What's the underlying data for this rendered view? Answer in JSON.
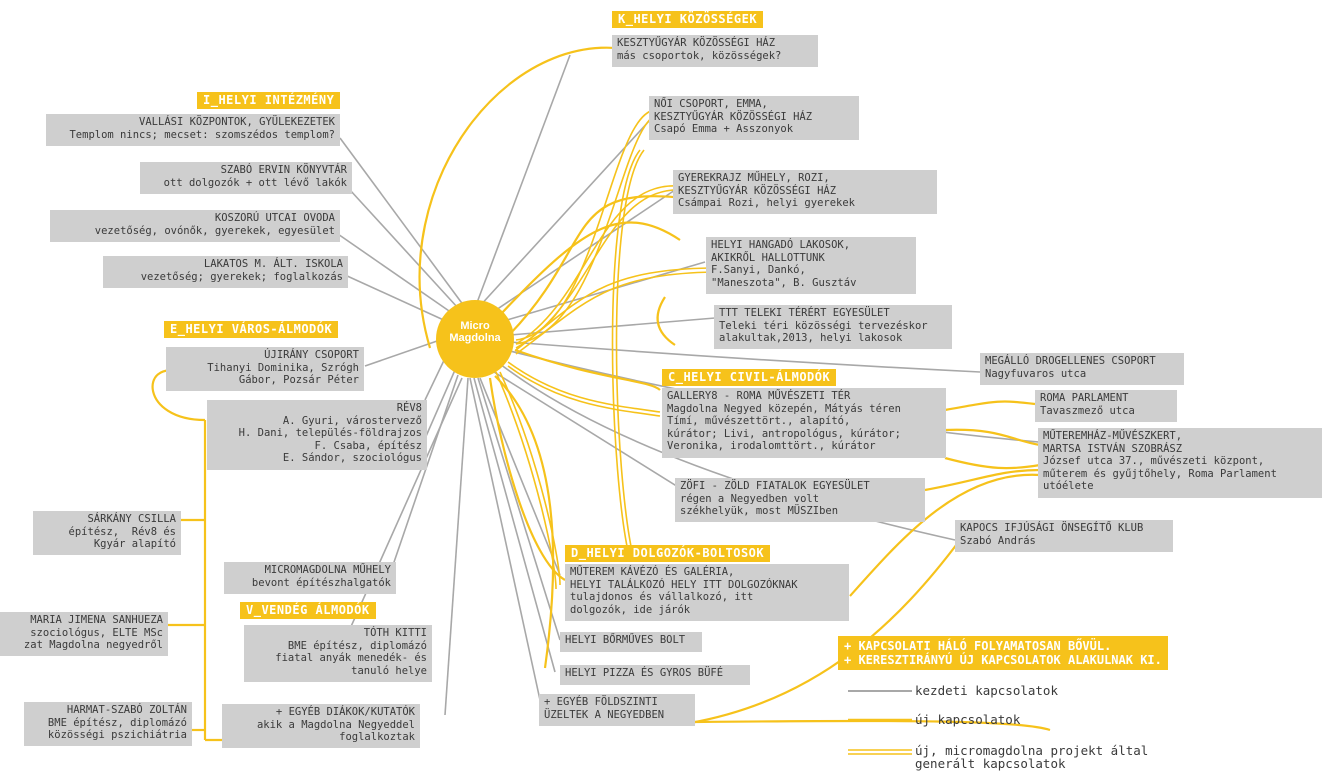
{
  "center": {
    "logo_text": "Micro\nMagdolna"
  },
  "categories": {
    "k": "K_HELYI KÖZÖSSÉGEK",
    "i": "I_HELYI INTÉZMÉNY",
    "e": "E_HELYI VÁROS-ÁLMODÓK",
    "c": "C_HELYI CIVIL-ÁLMODÓK",
    "d": "D_HELYI DOLGOZÓK-BOLTOSOK",
    "v": "V_VENDÉG ÁLMODÓK"
  },
  "nodes": {
    "kesztyugyar": "KESZTYŰGYÁR KÖZÖSSÉGI HÁZ\nmás csoportok, közösségek?",
    "noi": "NŐI CSOPORT, EMMA,\nKESZTYŰGYÁR KÖZÖSSÉGI HÁZ\nCsapó Emma + Asszonyok",
    "gyerekrajz": "GYEREKRAJZ MŰHELY, ROZI,\nKESZTYŰGYÁR KÖZÖSSÉGI HÁZ\nCsámpai Rozi, helyi gyerekek",
    "hangado": "HELYI HANGADÓ LAKOSOK,\nAKIKRŐL HALLOTTUNK\nF.Sanyi, Dankó,\n\"Maneszota\", B. Gusztáv",
    "ttt": "TTT TELEKI TÉRÉRT EGYESÜLET\nTeleki téri közösségi tervezéskor\nalakultak,2013, helyi lakosok",
    "megallo": "MEGÁLLÓ DROGELLENES CSOPORT\nNagyfuvaros utca",
    "vallasi": "VALLÁSI KÖZPONTOK, GYÜLEKEZETEK\nTemplom nincs; mecset: szomszédos templom?",
    "szabo_ervin": "SZABÓ ERVIN KÖNYVTÁR\nott dolgozók + ott lévő lakók",
    "koszoru": "KOSZORÚ UTCAI OVODA\nvezetőség, ovónők, gyerekek, egyesület",
    "lakatos": "LAKATOS M. ÁLT. ISKOLA\nvezetőség; gyerekek; foglalkozás",
    "ujirany": "ÚJIRÁNY CSOPORT\nTihanyi Dominika, Szrógh\nGábor, Pozsár Péter",
    "rev8": "RÉV8\nA. Gyuri, várostervező\nH. Dani, település-földrajzos\nF. Csaba, építész\nE. Sándor, szociológus",
    "sarkany": "SÁRKÁNY CSILLA\népítész,  Rév8 és\nKgyár alapító",
    "maria": "MARIA JIMENA SANHUEZA\nszociológus, ELTE MSc\nzat Magdolna negyedről",
    "harmat": "HARMAT-SZABÓ ZOLTÁN\nBME építész, diplomázó\nközösségi pszichiátria",
    "micro_muhely": "MICROMAGDOLNA MŰHELY\nbevont építészhalgatók",
    "toth": "TÓTH KITTI\nBME építész, diplomázó\nfiatal anyák menedék- és\ntanuló helye",
    "egyeb_diakok": "+ EGYÉB DIÁKOK/KUTATÓK\nakik a Magdolna Negyeddel\nfoglalkoztak",
    "gallery8": "GALLERY8 - ROMA MŰVÉSZETI TÉR\nMagdolna Negyed közepén, Mátyás téren\nTímí, művészettört., alapító,\nkúrátor; Livi, antropológus, kúrátor;\nVeronika, irodalomttört., kúrátor",
    "roma_parlament": "ROMA PARLAMENT\nTavaszmező utca",
    "muteremhaz": "MŰTEREMHÁZ-MŰVÉSZKERT,\nMARTSA ISTVÁN SZOBRÁSZ\nJózsef utca 37., művészeti központ,\nműterem és gyűjtőhely, Roma Parlament\nutóélete",
    "zofi": "ZÖFI - ZÖLD FIATALOK EGYESÜLET\nrégen a Negyedben volt\nszékhelyük, most MÜSZIben",
    "kapocs": "KAPOCS IFJÚSÁGI ÖNSEGÍTŐ KLUB\nSzabó András",
    "muterem_kavezo": "MŰTEREM KÁVÉZÓ ÉS GALÉRIA,\nHELYI TALÁLKOZÓ HELY ITT DOLGOZÓKNAK\ntulajdonos és vállalkozó, itt\ndolgozók, ide járók",
    "bormuves": "HELYI BŐRMŰVES BOLT",
    "pizza": "HELYI PIZZA ÉS GYROS BÜFÉ",
    "foldszinti": "+ EGYÉB FÖLDSZINTI\nÜZELTEK A NEGYEDBEN"
  },
  "note": "+ KAPCSOLATI HÁLÓ FOLYAMATOSAN BŐVÜL.\n+ KERESZTIRÁNYÚ ÚJ KAPCSOLATOK ALAKULNAK KI.",
  "legend": {
    "initial": "kezdeti kapcsolatok",
    "new": "új kapcsolatok",
    "generated": "új, micromagdolna projekt által\ngenerált kapcsolatok"
  },
  "colors": {
    "accent": "#f6c21b",
    "node_bg": "#cfcfcf",
    "initial_line": "#a8a8a8"
  }
}
